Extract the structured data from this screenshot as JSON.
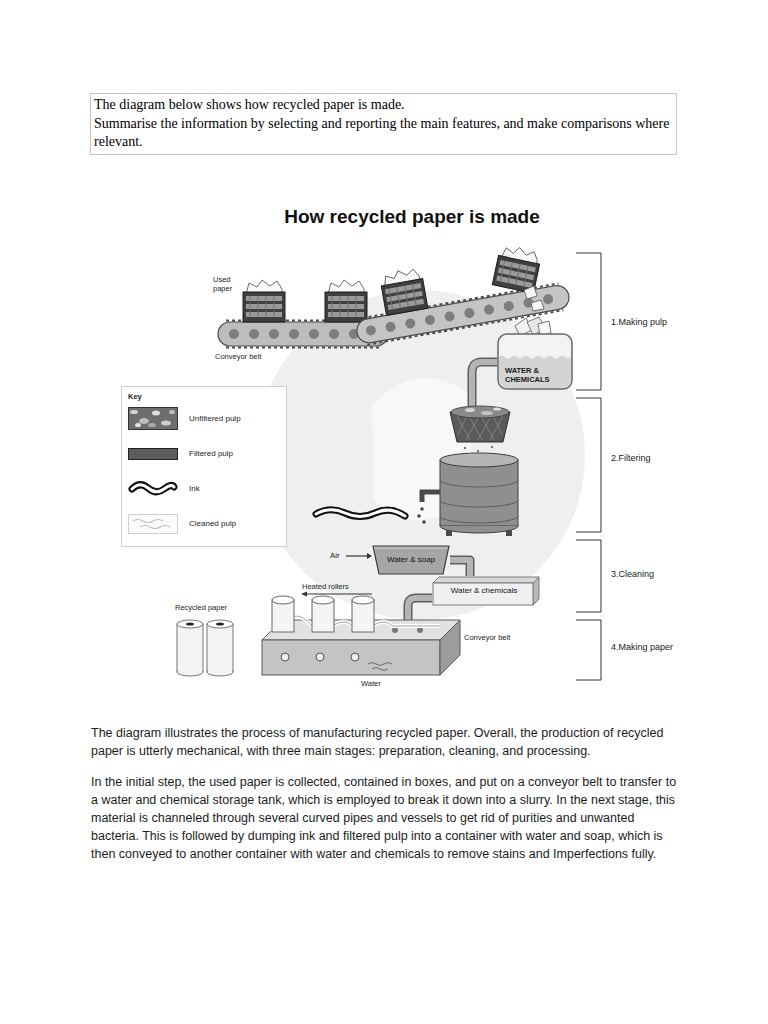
{
  "diagram": {
    "title": "How recycled paper is made",
    "nodes": [
      {
        "text": [
          "The diagram below shows how recycled paper is made.",
          "Summarise the information by selecting and reporting the main features, and make comparisons where relevant."
        ]
      },
      {
        "text": [
          "WATER & CHEMICALS"
        ]
      },
      {
        "text": [
          "Key"
        ]
      },
      {
        "text": [
          "Water & soap"
        ]
      },
      {
        "text": [
          "Water & chemicals"
        ]
      }
    ],
    "edges": [
      {
        "from": 3,
        "to": 4,
        "arrow": "none"
      }
    ],
    "labels": [
      "Used paper",
      "Conveyor belt",
      "1.Making pulp",
      "2.Filtering",
      "Air",
      "3.Cleaning",
      "Heated rollers",
      "Recycled paper",
      "Conveyor belt",
      "4.Making paper",
      "Water",
      "The diagram illustrates the process of manufacturing recycled paper. Overall, the production of recycled paper is utterly mechanical, with three main stages: preparation, cleaning, and processing.",
      "In the initial step, the used paper is collected, contained in boxes, and put on a conveyor belt to transfer to a water and chemical storage tank, which is employed to break it down into a slurry. In the next stage, this material is channeled through several curved pipes and vessels to get rid of purities and unwanted bacteria. This is followed by dumping ink and filtered pulp into a container with water and soap, which is then conveyed to another container with water and chemicals to remove stains and Imperfections fully."
    ],
    "legend": [
      {
        "text": "Unfiltered pulp"
      },
      {
        "text": "Filtered pulp",
        "color": "#5c5c5c"
      },
      {
        "text": "Ink"
      },
      {
        "text": "Cleaned pulp"
      }
    ]
  }
}
